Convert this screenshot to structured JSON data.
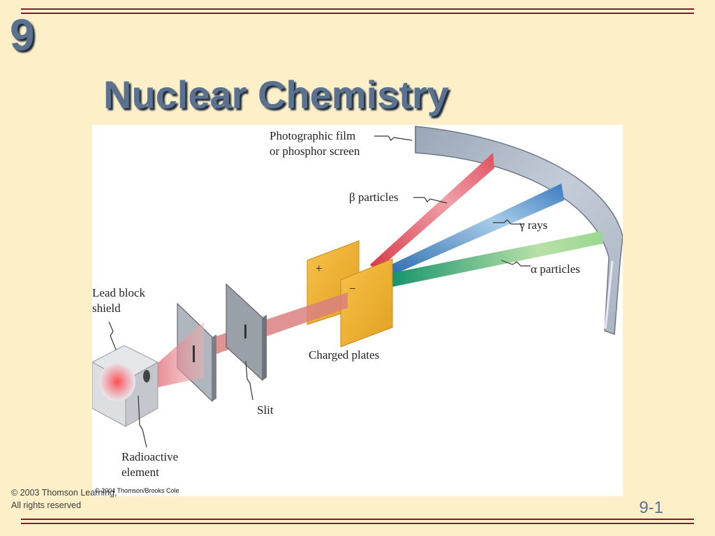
{
  "slide": {
    "chapter_number": "9",
    "title": "Nuclear Chemistry",
    "copyright_line1": "© 2003 Thomson Learning,",
    "copyright_line2": "All rights reserved",
    "page_number": "9-1"
  },
  "figure": {
    "labels": {
      "film_line1": "Photographic film",
      "film_line2": "or phosphor screen",
      "beta": "β particles",
      "gamma": "γ rays",
      "alpha": "α particles",
      "lead_line1": "Lead block",
      "lead_line2": "shield",
      "charged_plates": "Charged plates",
      "slit": "Slit",
      "radio_line1": "Radioactive",
      "radio_line2": "element",
      "plate_plus": "+",
      "plate_minus": "−"
    },
    "credit": "© 2004 Thomson/Brooks Cole",
    "colors": {
      "beta_beam": "#e05060",
      "gamma_beam": "#3a7cc0",
      "alpha_beam": "#1a9a70",
      "incoming_beam": "#d98080",
      "plates": "#f0b030",
      "screen": "#b8c2d0"
    }
  }
}
